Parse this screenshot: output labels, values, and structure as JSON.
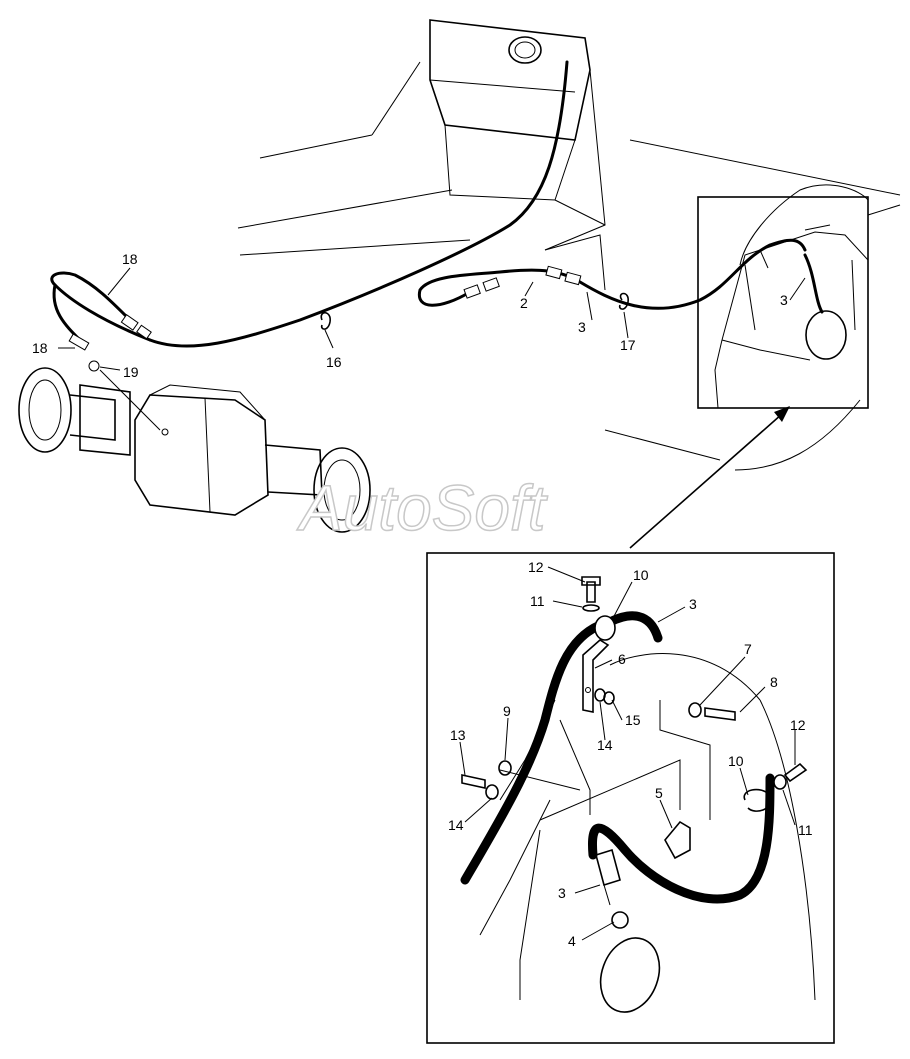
{
  "watermark": "AutoSoft",
  "callouts": {
    "c18a": "18",
    "c18b": "18",
    "c19": "19",
    "c16": "16",
    "c2": "2",
    "c3a": "3",
    "c17": "17",
    "c3b": "3",
    "d12a": "12",
    "d10a": "10",
    "d3a": "3",
    "d11a": "11",
    "d6": "6",
    "d7": "7",
    "d8": "8",
    "d9": "9",
    "d15": "15",
    "d14a": "14",
    "d13": "13",
    "d12b": "12",
    "d10b": "10",
    "d5": "5",
    "d14b": "14",
    "d11b": "11",
    "d3b": "3",
    "d4": "4"
  }
}
